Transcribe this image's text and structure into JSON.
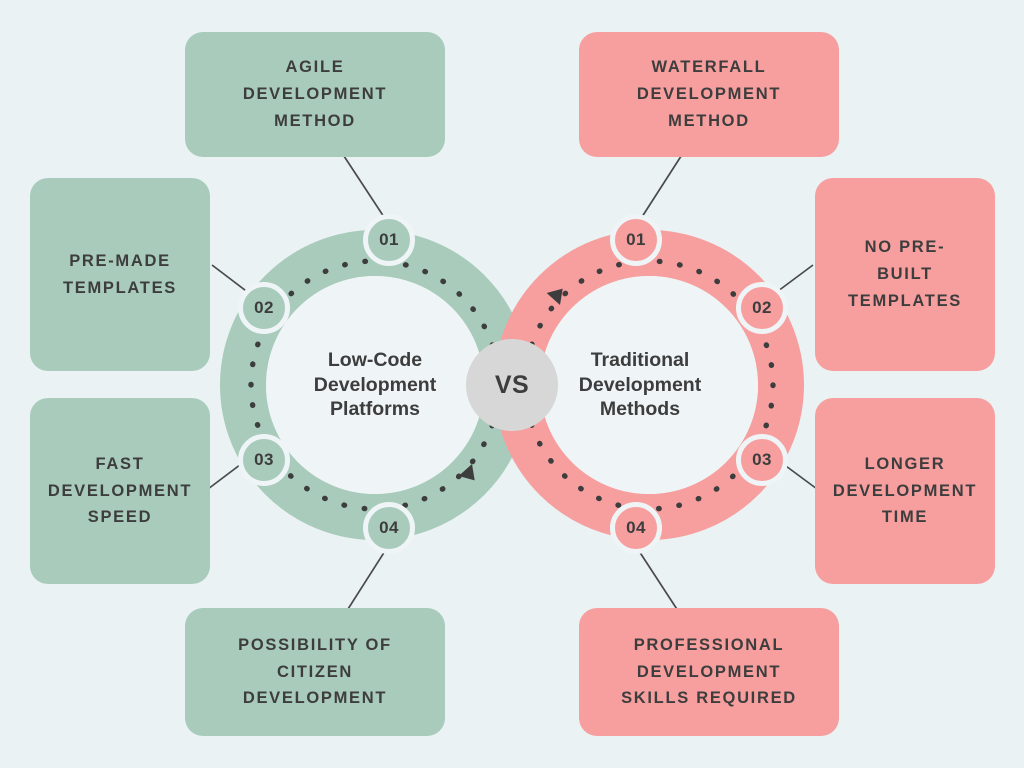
{
  "theme": {
    "background": "#eaf2f4",
    "green": "#a8cbbb",
    "pink": "#f79f9f",
    "ring_inner": "#eff5f6",
    "text_dark": "#3d3d3d",
    "vs_circle": "#d7d7d7",
    "dot_color": "#3d3d3d",
    "connector_color": "#4a4a4a"
  },
  "center": {
    "vs_label": "VS"
  },
  "left": {
    "ring_title": "Low-Code\nDevelopment\nPlatforms",
    "color": "#a8cbbb",
    "items": [
      {
        "number": "01",
        "label": "AGILE\nDEVELOPMENT\nMETHOD"
      },
      {
        "number": "02",
        "label": "PRE-MADE\nTEMPLATES"
      },
      {
        "number": "03",
        "label": "FAST\nDEVELOPMENT\nSPEED"
      },
      {
        "number": "04",
        "label": "POSSIBILITY OF\nCITIZEN\nDEVELOPMENT"
      }
    ]
  },
  "right": {
    "ring_title": "Traditional\nDevelopment\nMethods",
    "color": "#f79f9f",
    "items": [
      {
        "number": "01",
        "label": "WATERFALL\nDEVELOPMENT\nMETHOD"
      },
      {
        "number": "02",
        "label": "NO PRE-\nBUILT\nTEMPLATES"
      },
      {
        "number": "03",
        "label": "LONGER\nDEVELOPMENT\nTIME"
      },
      {
        "number": "04",
        "label": "PROFESSIONAL\nDEVELOPMENT\nSKILLS REQUIRED"
      }
    ]
  }
}
